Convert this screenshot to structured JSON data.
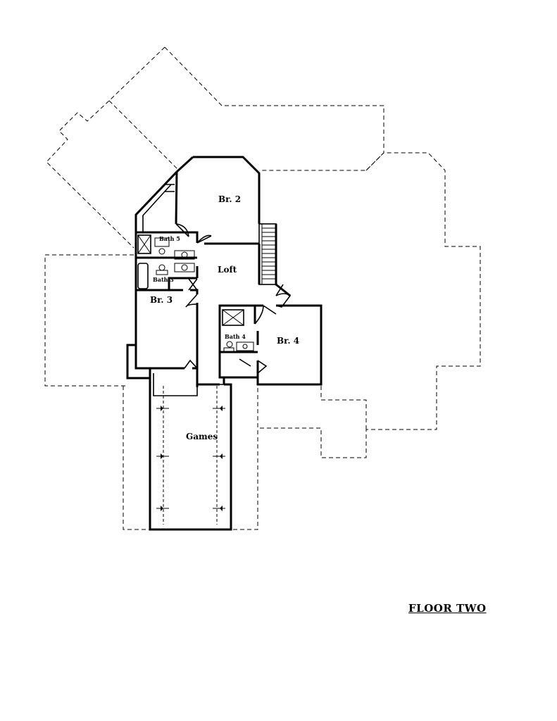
{
  "plan": {
    "title": "FLOOR TWO",
    "rooms": {
      "br2": "Br. 2",
      "bath5": "Bath 5",
      "loft": "Loft",
      "bath3": "Bath 3",
      "br3": "Br. 3",
      "bath4": "Bath 4",
      "br4": "Br. 4",
      "games": "Games"
    }
  }
}
